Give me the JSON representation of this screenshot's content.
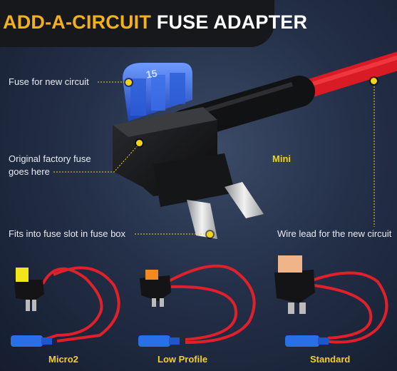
{
  "header": {
    "title_part1": "ADD-A-CIRCUIT",
    "title_part2": "FUSE ADAPTER"
  },
  "callouts": {
    "fuse_new_circuit": "Fuse for new circuit",
    "factory_fuse_line1": "Original factory fuse",
    "factory_fuse_line2": "goes here",
    "fits_slot": "Fits into fuse slot in fuse box",
    "wire_lead": "Wire lead for the new circuit"
  },
  "main_product": {
    "type_label": "Mini",
    "fuse_marking": "15"
  },
  "variants": [
    {
      "label": "Micro2",
      "fuse_color": "#f2e51a"
    },
    {
      "label": "Low Profile",
      "fuse_color": "#f28a1e"
    },
    {
      "label": "Standard",
      "fuse_color": "#f0b48a"
    }
  ],
  "colors": {
    "accent_yellow": "#f3d21c",
    "title_orange": "#f2b01e",
    "wire_red": "#e0202a",
    "fuse_blue": "#2f62e0",
    "connector_blue": "#2a6fe8"
  }
}
